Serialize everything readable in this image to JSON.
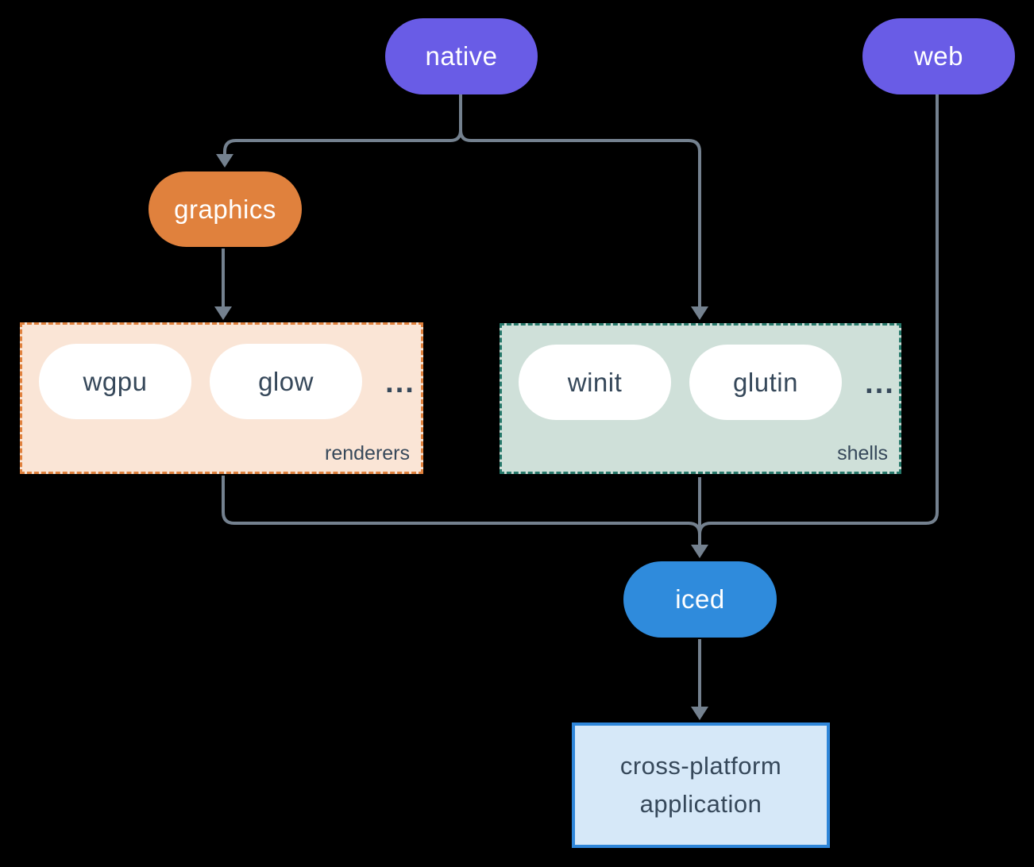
{
  "diagram": {
    "nodes": {
      "native": {
        "label": "native"
      },
      "web": {
        "label": "web"
      },
      "graphics": {
        "label": "graphics"
      },
      "iced": {
        "label": "iced"
      },
      "app": {
        "lines": [
          "cross-platform",
          "application"
        ]
      }
    },
    "groups": {
      "renderers": {
        "label": "renderers",
        "items": [
          "wgpu",
          "glow"
        ],
        "ellipsis": "..."
      },
      "shells": {
        "label": "shells",
        "items": [
          "winit",
          "glutin"
        ],
        "ellipsis": "..."
      }
    },
    "colors": {
      "background": "#000000",
      "purple": "#695ce6",
      "orange": "#e0813d",
      "peach": "#fae5d6",
      "orange-border": "#e0813d",
      "mint": "#cfe0d9",
      "teal": "#27796b",
      "blue": "#2f8bdc",
      "light-blue": "#d6e8f8",
      "blue-border": "#2f86d9",
      "line": "#74818f",
      "ink": "#36485a",
      "pill-text": "#ffffff"
    }
  }
}
